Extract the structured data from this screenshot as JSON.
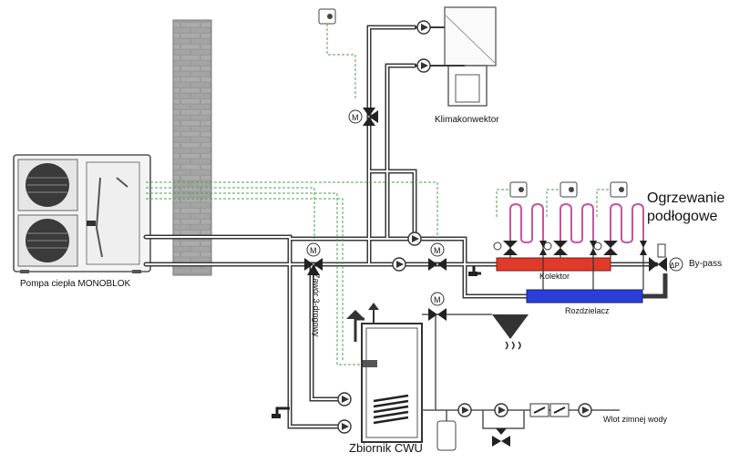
{
  "labels": {
    "heat_pump": "Pompa ciepła MONOBLOK",
    "fan_coil": "Klimakonwektor",
    "underfloor_line1": "Ogrzewanie",
    "underfloor_line2": "podłogowe",
    "bypass": "By-pass",
    "collector": "Kolektor",
    "distributor": "Rozdzielacz",
    "three_way_valve": "Zawór 3-drogowy",
    "dhw_tank": "Zbiornik CWU",
    "cold_water_inlet": "Wlot zimnej wody"
  },
  "symbols": {
    "motor": "M",
    "differential_pressure": "ΔP"
  },
  "colors": {
    "pipe": "#3a3a3a",
    "control_wire": "#4ca24c",
    "floor_loop": "#c8559b",
    "collector": "#e03a2a",
    "distributor": "#2a3fd8",
    "wall_brick": "#9b9b9b"
  }
}
